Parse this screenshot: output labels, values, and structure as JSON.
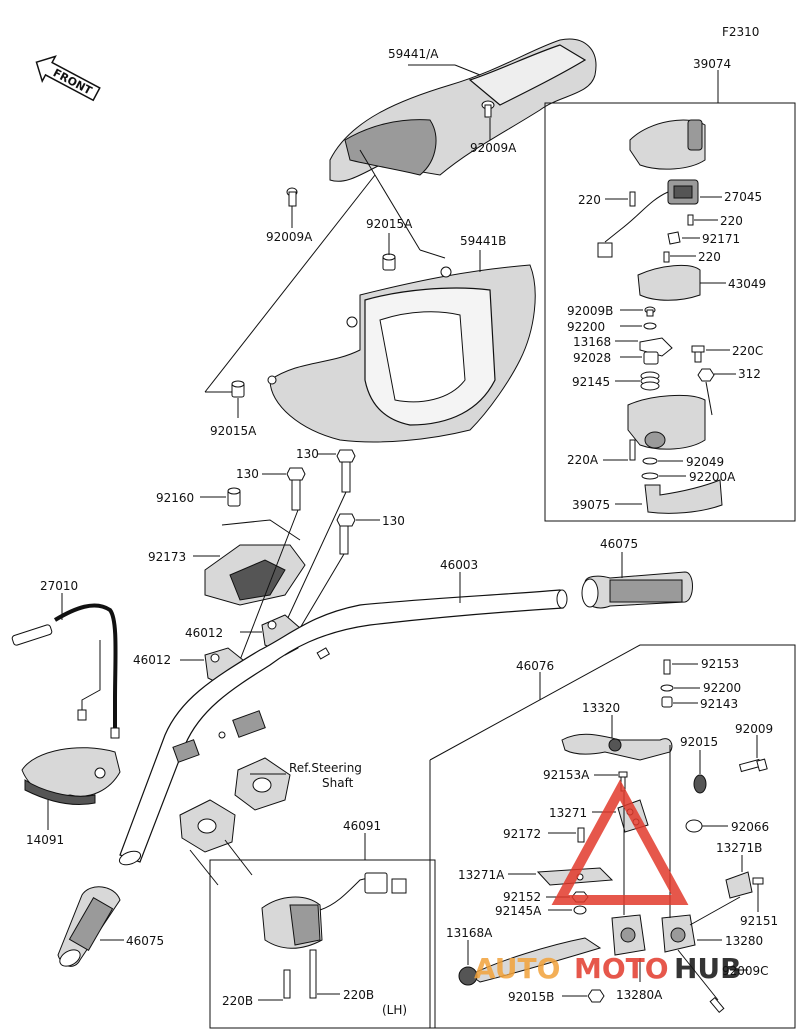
{
  "diagram": {
    "figure_code": "F2310",
    "front_label": "FRONT",
    "labels": {
      "p59441A": "59441/A",
      "p92009A_top": "92009A",
      "p92009A_left": "92009A",
      "p92015A_top": "92015A",
      "p59441B": "59441B",
      "p92015A_bottom": "92015A",
      "p39074": "39074",
      "p220_a": "220",
      "p27045": "27045",
      "p220_b": "220",
      "p92171": "92171",
      "p220_c": "220",
      "p43049": "43049",
      "p92009B": "92009B",
      "p92200": "92200",
      "p13168": "13168",
      "p92028": "92028",
      "p220C": "220C",
      "p92145": "92145",
      "p312": "312",
      "p220A": "220A",
      "p92049": "92049",
      "p92200A": "92200A",
      "p39075": "39075",
      "p130_a": "130",
      "p130_b": "130",
      "p92160": "92160",
      "p130_c": "130",
      "p92173": "92173",
      "p27010": "27010",
      "p46012_a": "46012",
      "p46012_b": "46012",
      "p46003": "46003",
      "p46075_top": "46075",
      "p46076": "46076",
      "p92153": "92153",
      "p92200_lever": "92200",
      "p92143": "92143",
      "p13320": "13320",
      "p92009_lever": "92009",
      "p92015": "92015",
      "p92153A": "92153A",
      "p13271": "13271",
      "p92066": "92066",
      "p92172": "92172",
      "p13271B": "13271B",
      "p13271A": "13271A",
      "p92152": "92152",
      "p92145A": "92145A",
      "p92151": "92151",
      "p13168A": "13168A",
      "p13280": "13280",
      "p92009C": "92009C",
      "p92015B": "92015B",
      "p13280A": "13280A",
      "p46091": "46091",
      "p220B_a": "220B",
      "p220B_b": "220B",
      "p14091": "14091",
      "p46075_bottom": "46075",
      "ref_line1": "Ref.Steering",
      "ref_line2": "Shaft",
      "lh": "(LH)"
    }
  },
  "watermark": {
    "part1": "AUTO",
    "part2": "MOTO",
    "part3": "HUB",
    "color_red": "#e23a2c",
    "color_orange": "#f2a23a"
  }
}
